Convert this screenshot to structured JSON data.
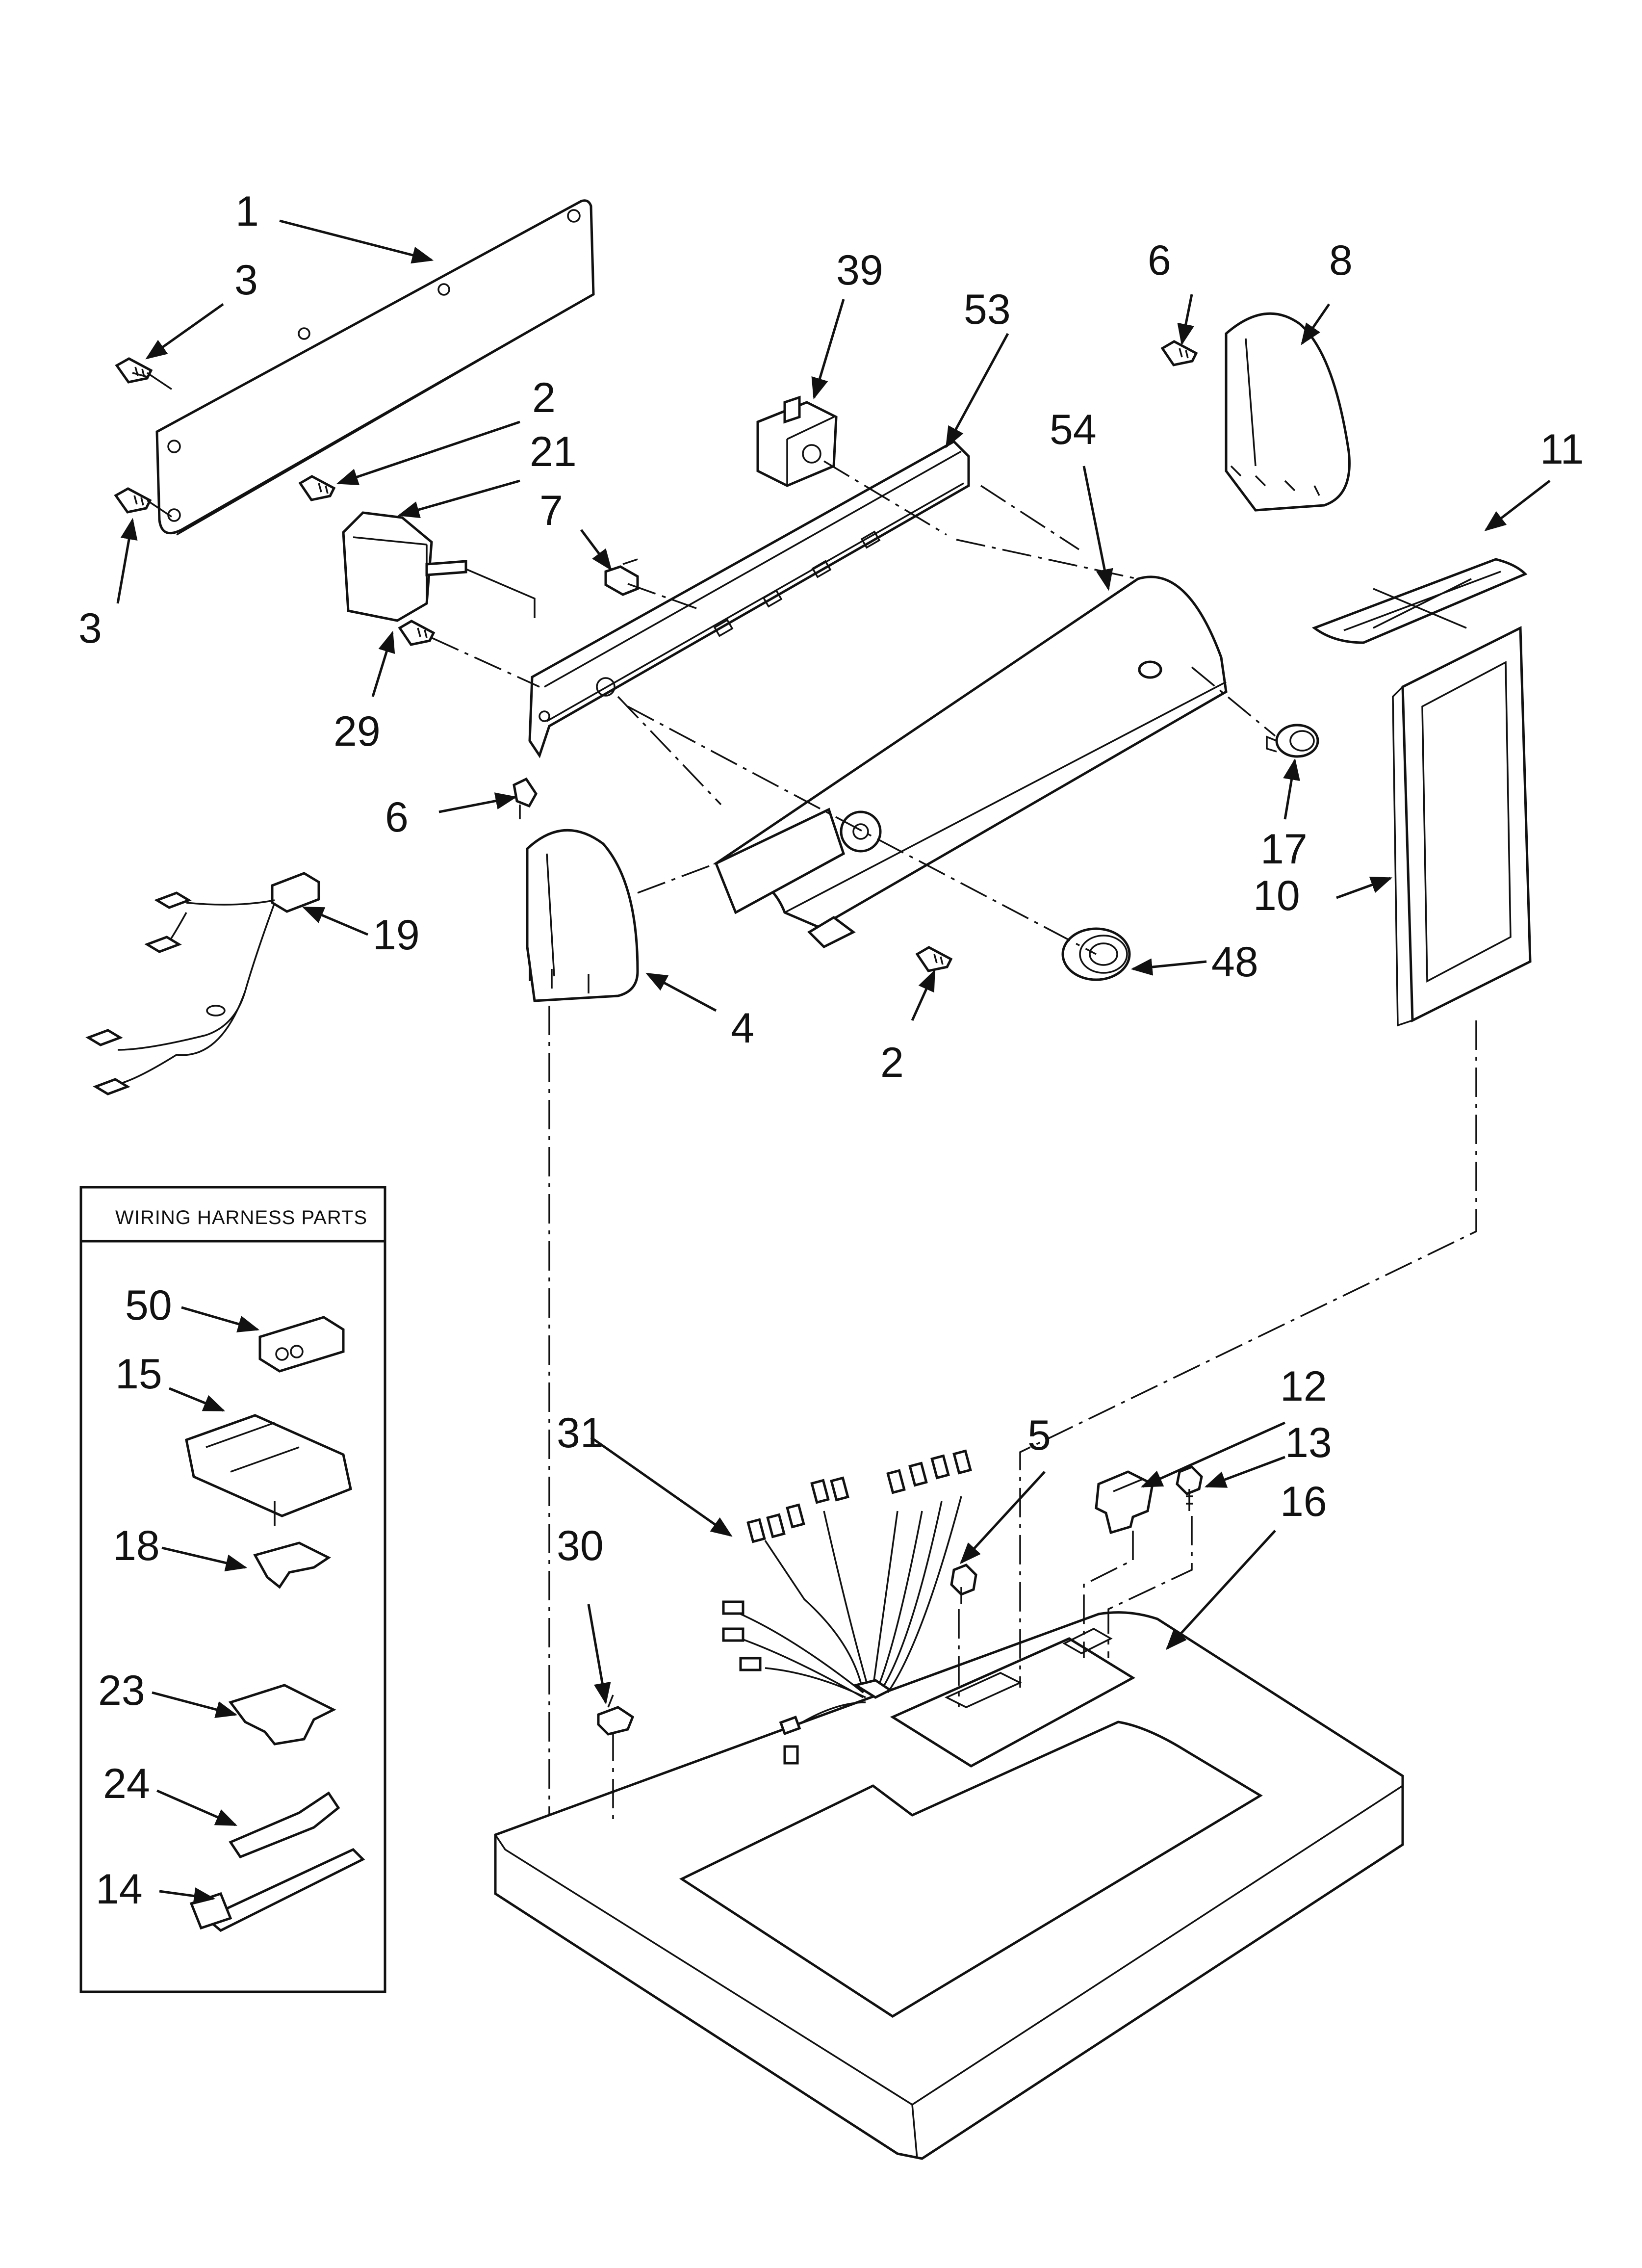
{
  "callouts": {
    "c1": "1",
    "c3a": "3",
    "c3b": "3",
    "c2a": "2",
    "c21": "21",
    "c7": "7",
    "c29": "29",
    "c39": "39",
    "c53": "53",
    "c54": "54",
    "c6a": "6",
    "c8": "8",
    "c11": "11",
    "c17": "17",
    "c10": "10",
    "c6b": "6",
    "c19": "19",
    "c4": "4",
    "c2b": "2",
    "c48": "48",
    "c50": "50",
    "c15": "15",
    "c18": "18",
    "c23": "23",
    "c24": "24",
    "c14": "14",
    "c31": "31",
    "c5": "5",
    "c12": "12",
    "c13": "13",
    "c16": "16",
    "c30": "30"
  },
  "wiring_box": {
    "title": "WIRING HARNESS PARTS"
  }
}
